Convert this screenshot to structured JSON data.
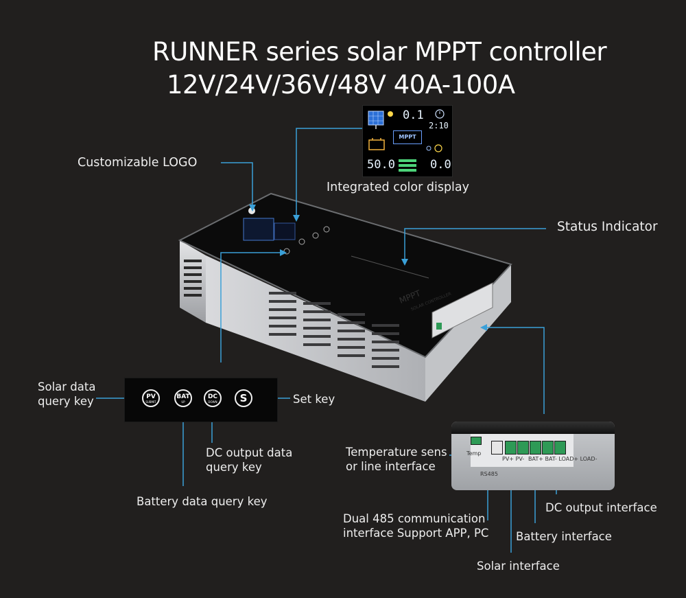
{
  "title": {
    "line1": "RUNNER series solar MPPT controller",
    "line2": "12V/24V/36V/48V 40A-100A"
  },
  "callouts": {
    "logo": "Customizable LOGO",
    "display": "Integrated color display",
    "status": "Status Indicator",
    "solar_key_l1": "Solar data",
    "solar_key_l2": "query key",
    "set_key": "Set key",
    "dc_key_l1": "DC output data",
    "dc_key_l2": "query key",
    "battery_key": "Battery data query key",
    "temp_l1": "Temperature sens",
    "temp_l2": "or line interface",
    "rs485_l1": "Dual 485 communication",
    "rs485_l2": "interface Support APP, PC",
    "dc_output": "DC output interface",
    "battery": "Battery interface",
    "solar": "Solar interface"
  },
  "lcd": {
    "top_value": "0.1",
    "time": "2:10",
    "left_value": "50.0",
    "right_value": "0.0",
    "badge": "MPPT"
  },
  "keys": {
    "pv": "PV",
    "bat": "BAT",
    "dc": "DC",
    "set": "S"
  },
  "terminal": {
    "temp": "Temp",
    "rs485": "RS485",
    "pv_labels": "PV+  PV-",
    "bat_load_labels": "BAT+ BAT- LOAD+ LOAD-"
  },
  "device": {
    "brand": "MPPT",
    "subtitle": "SOLAR CONTROLLER"
  },
  "colors": {
    "background": "#211f1e",
    "callout_line": "#3aa0d8",
    "device_silver": "#cfd1d4",
    "device_top": "#0b0b0b"
  }
}
